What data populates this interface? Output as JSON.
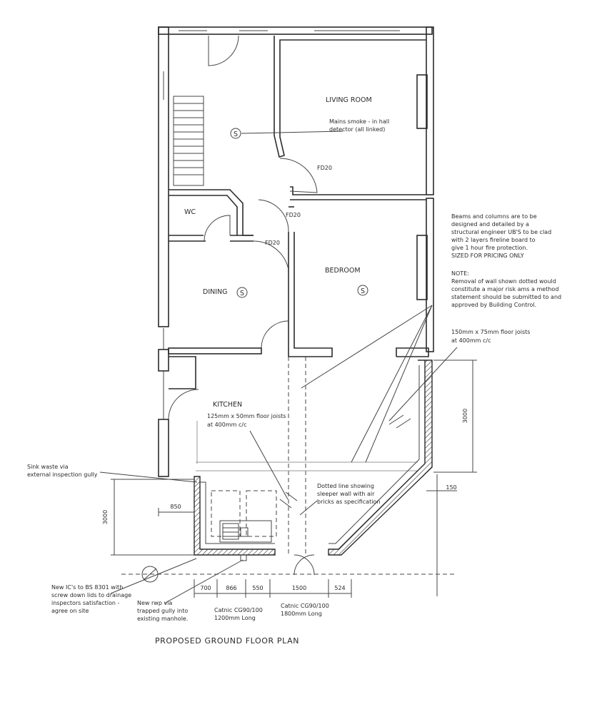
{
  "rooms": {
    "living_room": "LIVING ROOM",
    "wc": "WC",
    "dining": "DINING",
    "bedroom": "BEDROOM",
    "kitchen": "KITCHEN"
  },
  "doors": {
    "fd_upper": "FD20",
    "fd_middle": "FD20",
    "fd_lower": "FD20"
  },
  "smoke_symbol": "S",
  "notes": {
    "smoke": [
      "Mains smoke - in hall",
      "detector (all linked)"
    ],
    "beams": [
      "Beams and columns are to be",
      "designed and detailed by a",
      "structural engineer UB'S to be clad",
      "with 2 layers fireline board to",
      "give 1 hour fire protection.",
      "SIZED FOR PRICING ONLY"
    ],
    "note_heading": "NOTE:",
    "removal": [
      "Removal of wall shown dotted would",
      "constitute a major risk ams a method",
      "statement should be submitted to and",
      "approved by Building Control."
    ],
    "joists_rear": [
      "150mm x 75mm floor joists",
      "at 400mm c/c"
    ],
    "joists_kitchen": [
      "125mm x 50mm floor joists",
      "at 400mm c/c"
    ],
    "sink": [
      "Sink waste via",
      "external inspection gully"
    ],
    "sleeper": [
      "Dotted line showing",
      "sleeper wall with air",
      "bricks as specification"
    ],
    "ics": [
      "New IC's to BS 8301 with",
      "screw down lids to drainage",
      "inspectors satisfaction -",
      "agree on site"
    ],
    "rwp": [
      "New rwp via",
      "trapped gully into",
      "existing manhole."
    ],
    "celnic_left": [
      "Catnic CG90/100",
      "1200mm Long"
    ],
    "celnic_right": [
      "Catnic CG90/100",
      "1800mm Long"
    ]
  },
  "dimensions": {
    "bottom": [
      "700",
      "866",
      "550",
      "1500",
      "524"
    ],
    "left_850": "850",
    "left_vertical": "3000",
    "right_vertical": "3000",
    "right_150": "150"
  },
  "title": "PROPOSED GROUND FLOOR PLAN"
}
